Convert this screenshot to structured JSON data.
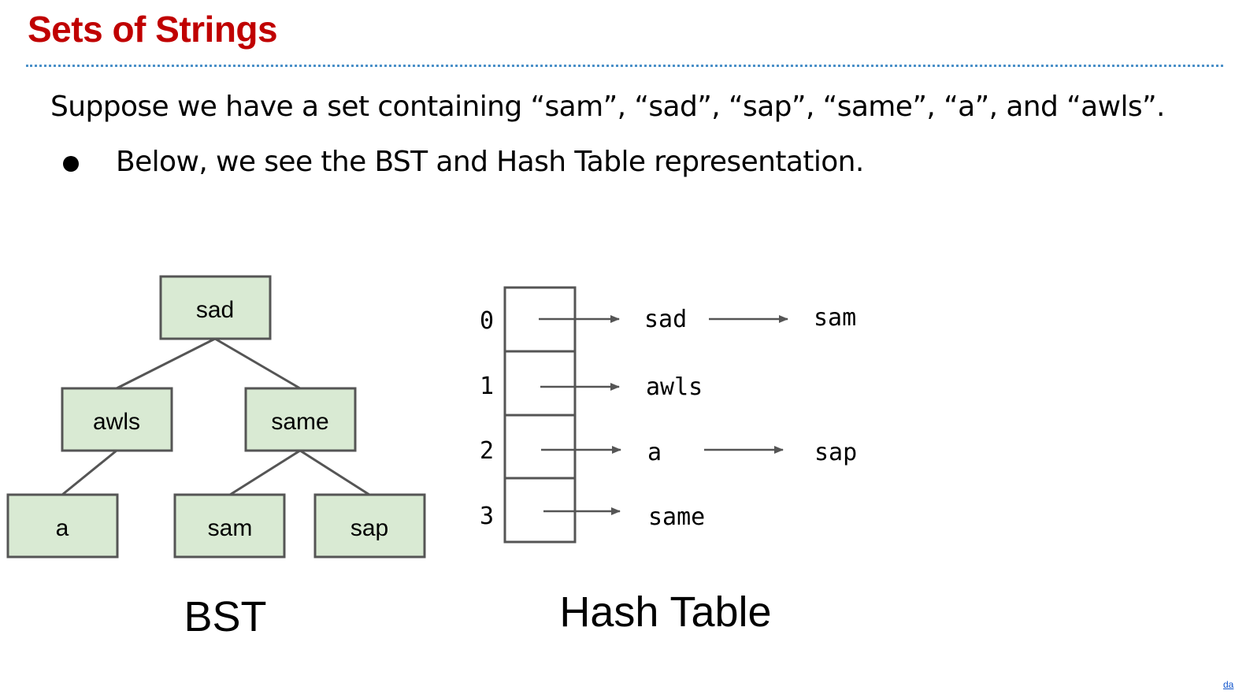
{
  "slide": {
    "title": "Sets of Strings",
    "intro": "Suppose we have a set containing “sam”, “sad”, “sap”, “same”, “a”, and “awls”.",
    "bullet": "Below, we see the BST and Hash Table representation."
  },
  "bst": {
    "caption": "BST",
    "nodes": {
      "root": "sad",
      "left": "awls",
      "right": "same",
      "left_left": "a",
      "right_left": "sam",
      "right_right": "sap"
    }
  },
  "hash_table": {
    "caption": "Hash Table",
    "buckets": [
      {
        "index": "0",
        "items": [
          "sad",
          "sam"
        ]
      },
      {
        "index": "1",
        "items": [
          "awls"
        ]
      },
      {
        "index": "2",
        "items": [
          "a",
          "sap"
        ]
      },
      {
        "index": "3",
        "items": [
          "same"
        ]
      }
    ]
  },
  "colors": {
    "title": "#c00000",
    "node_fill": "#d9ead3",
    "node_stroke": "#555555",
    "divider": "#4a90c8"
  },
  "footer": {
    "link_text": "da"
  }
}
